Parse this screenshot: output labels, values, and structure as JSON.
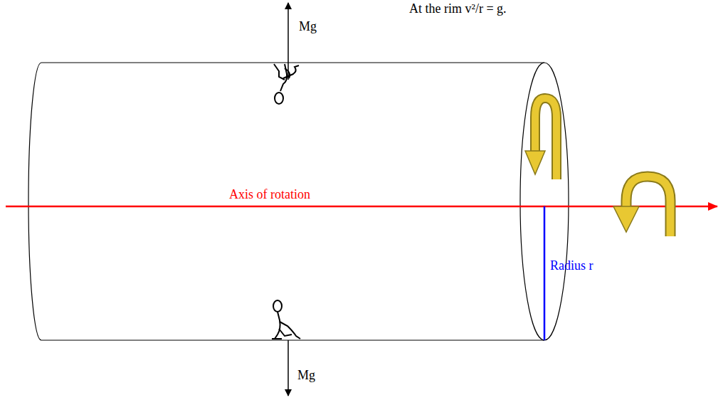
{
  "diagram": {
    "labels": [
      "Mg",
      "At the rim v²/r = g.",
      "Axis of rotation",
      "Radius r",
      "Mg"
    ]
  }
}
